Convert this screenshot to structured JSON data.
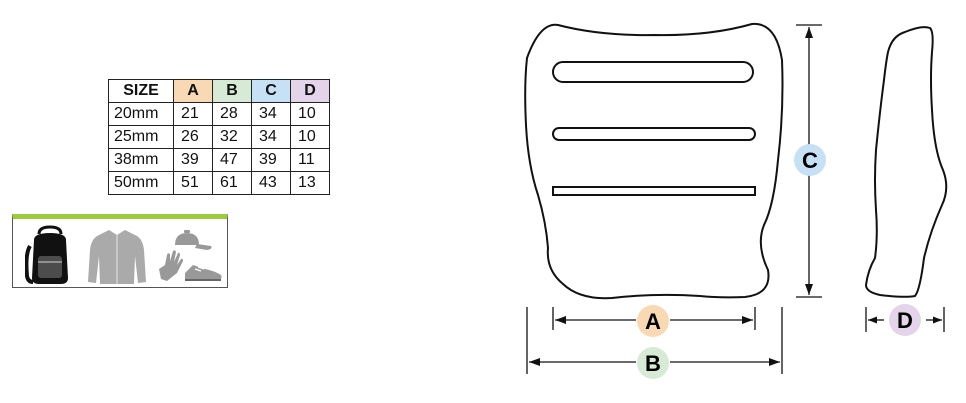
{
  "colors": {
    "accent": "#9ccc3c",
    "col_a": "#f8d9b3",
    "col_b": "#d6ead6",
    "col_c": "#c6e1f5",
    "col_d": "#e3d4ea"
  },
  "table": {
    "headers": [
      "SIZE",
      "A",
      "B",
      "C",
      "D"
    ],
    "rows": [
      {
        "size": "20mm",
        "a": "21",
        "b": "28",
        "c": "34",
        "d": "10"
      },
      {
        "size": "25mm",
        "a": "26",
        "b": "32",
        "c": "34",
        "d": "10"
      },
      {
        "size": "38mm",
        "a": "39",
        "b": "47",
        "c": "39",
        "d": "11"
      },
      {
        "size": "50mm",
        "a": "51",
        "b": "61",
        "c": "43",
        "d": "13"
      }
    ]
  },
  "usage_icons": [
    "backpack-icon",
    "jacket-icon",
    "cap-glove-shoe-icon"
  ],
  "dimensions": {
    "a": "A",
    "b": "B",
    "c": "C",
    "d": "D"
  }
}
